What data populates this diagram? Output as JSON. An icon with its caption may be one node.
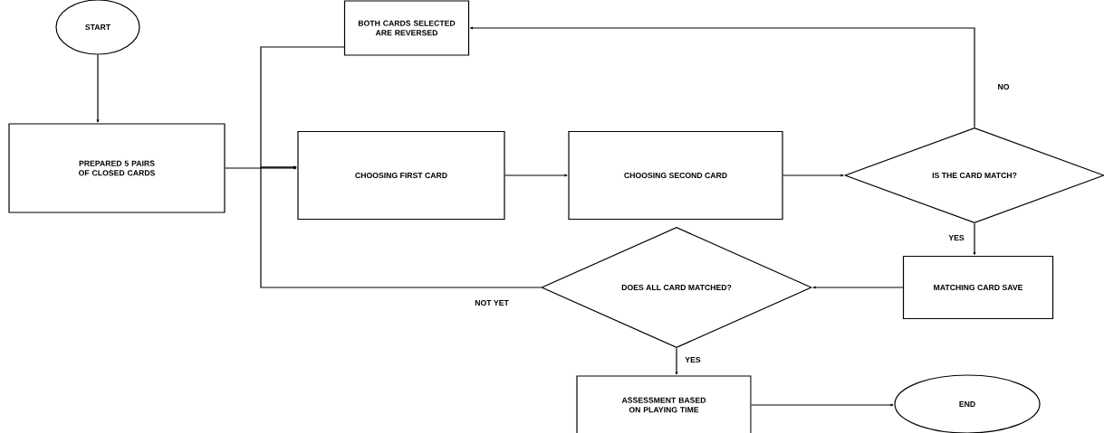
{
  "diagram": {
    "nodes": [
      {
        "text": [
          "START"
        ]
      },
      {
        "text": [
          "PREPARED 5 PAIRS OF CLOSED CARDS"
        ]
      },
      {
        "text": [
          "BOTH CARDS SELECTED ARE REVERSED"
        ]
      },
      {
        "text": [
          "CHOOSING FIRST CARD"
        ]
      },
      {
        "text": [
          "CHOOSING SECOND CARD"
        ]
      },
      {
        "text": [
          "IS THE CARD MATCH?"
        ]
      },
      {
        "text": [
          "MATCHING CARD SAVE"
        ]
      },
      {
        "text": [
          "DOES ALL CARD MATCHED?"
        ]
      },
      {
        "text": [
          "ASSESSMENT BASED ON PLAYING TIME"
        ]
      },
      {
        "text": [
          "END"
        ]
      }
    ],
    "edges": [
      {
        "from": 0,
        "to": 1,
        "arrow": "to"
      },
      {
        "from": 1,
        "to": 3,
        "arrow": "to"
      },
      {
        "from": 3,
        "to": 4,
        "arrow": "to"
      },
      {
        "from": 4,
        "to": 5,
        "arrow": "to"
      },
      {
        "from": 5,
        "to": 2,
        "arrow": "to",
        "label": "NO"
      },
      {
        "from": 5,
        "to": 6,
        "arrow": "to",
        "label": "YES"
      },
      {
        "from": 6,
        "to": 7,
        "arrow": "to"
      },
      {
        "from": 7,
        "to": 3,
        "arrow": "to",
        "label": "NOT YET"
      },
      {
        "from": 2,
        "to": 3,
        "arrow": "to"
      },
      {
        "from": 7,
        "to": 8,
        "arrow": "to",
        "label": "YES"
      },
      {
        "from": 8,
        "to": 9,
        "arrow": "to"
      }
    ]
  }
}
